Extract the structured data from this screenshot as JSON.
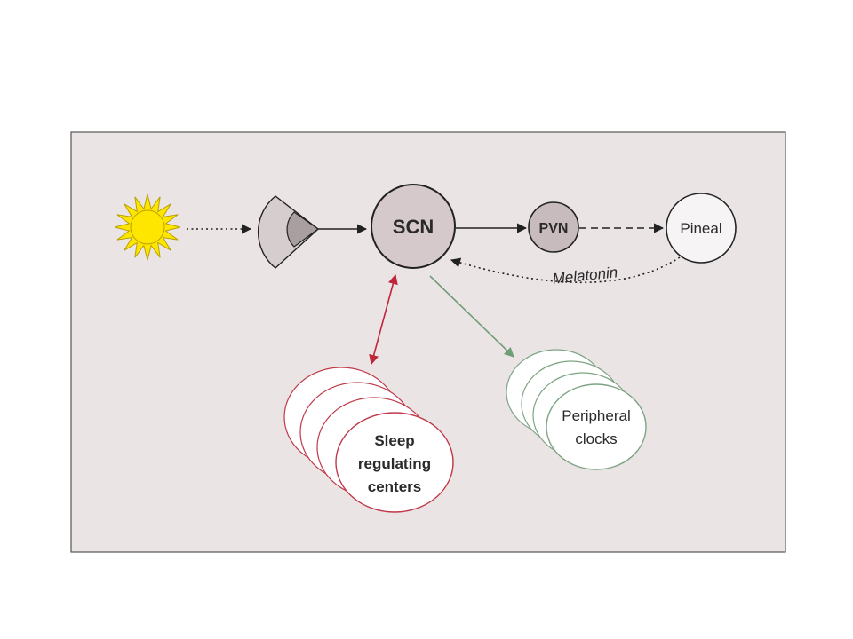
{
  "nodes": {
    "scn": {
      "label": "SCN"
    },
    "pvn": {
      "label": "PVN"
    },
    "pineal": {
      "label": "Pineal"
    },
    "sleep": {
      "line1": "Sleep",
      "line2": "regulating",
      "line3": "centers"
    },
    "peripheral": {
      "line1": "Peripheral",
      "line2": "clocks"
    }
  },
  "edges": {
    "melatonin_label": "Melatonin"
  },
  "colors": {
    "panel_bg": "#ebe4e5",
    "panel_border": "#555555",
    "sun_fill": "#ffe600",
    "sun_stroke": "#b8a000",
    "scn_fill": "#d5c9cb",
    "pvn_fill": "#c8bbbd",
    "pineal_fill": "#f6f4f4",
    "eye_outer": "#d6cdce",
    "eye_inner": "#a99fa1",
    "sleep_stroke": "#c0384a",
    "peripheral_stroke": "#7ea484",
    "red_arrow": "#c0263a",
    "green_arrow": "#6f9d77"
  },
  "icons": {
    "light_source": "sun-icon",
    "retina": "eye-icon"
  }
}
